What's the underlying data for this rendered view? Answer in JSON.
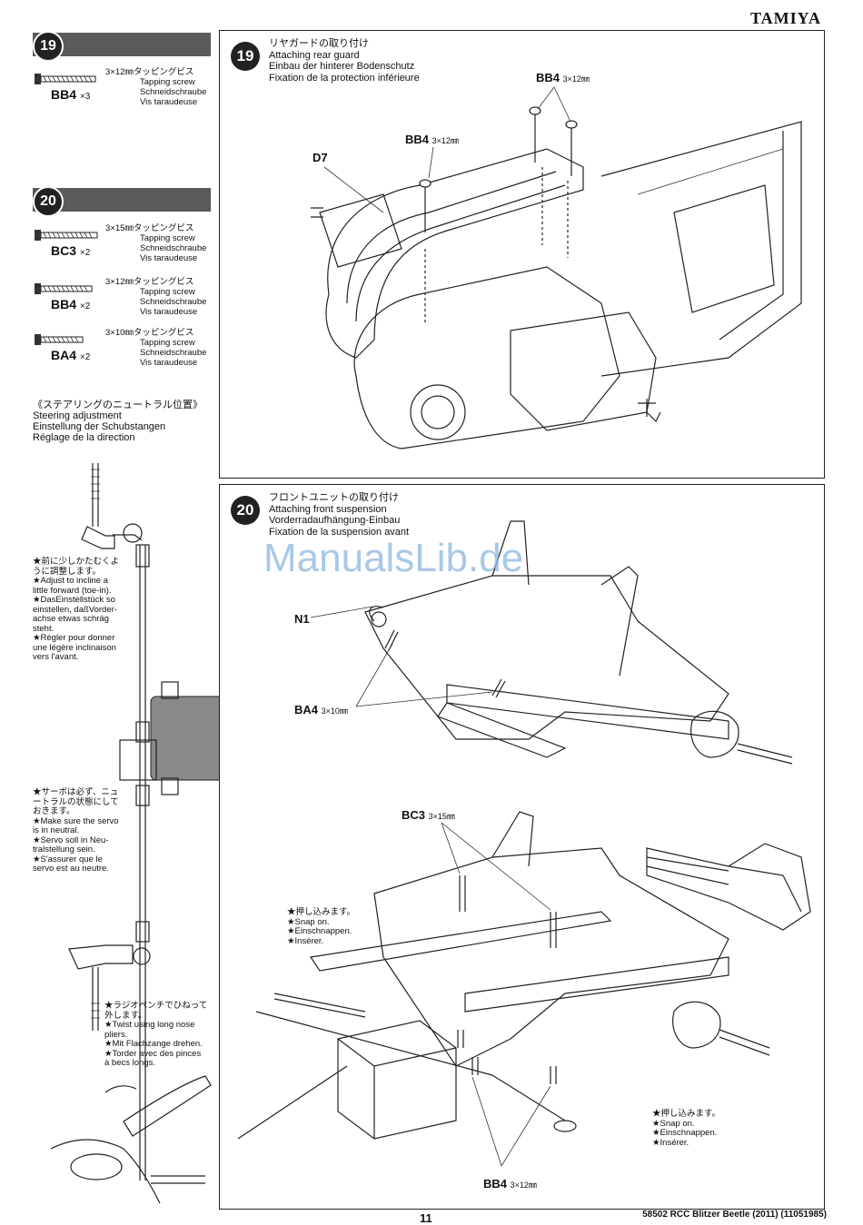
{
  "brand": "TAMIYA",
  "sidebar": {
    "step19": {
      "number": "19",
      "screws": [
        {
          "code": "BB4",
          "qty": "×3",
          "spec": "3×12㎜タッピングビス",
          "en": "Tapping screw",
          "de": "Schneidschraube",
          "fr": "Vis taraudeuse"
        }
      ]
    },
    "step20": {
      "number": "20",
      "screws": [
        {
          "code": "BC3",
          "qty": "×2",
          "spec": "3×15㎜タッピングビス",
          "en": "Tapping screw",
          "de": "Schneidschraube",
          "fr": "Vis taraudeuse"
        },
        {
          "code": "BB4",
          "qty": "×2",
          "spec": "3×12㎜タッピングビス",
          "en": "Tapping screw",
          "de": "Schneidschraube",
          "fr": "Vis taraudeuse"
        },
        {
          "code": "BA4",
          "qty": "×2",
          "spec": "3×10㎜タッピングビス",
          "en": "Tapping screw",
          "de": "Schneidschraube",
          "fr": "Vis taraudeuse"
        }
      ]
    },
    "steering": {
      "jp": "《ステアリングのニュートラル位置》",
      "en": "Steering adjustment",
      "de": "Einstellung der Schubstangen",
      "fr": "Réglage de la direction"
    },
    "note1": [
      "★前に少しかたむくよ",
      "うに調整します。",
      "★Adjust to incline a",
      "little forward (toe-in).",
      "★DasEinstellstück so",
      "einstellen, daßVorder-",
      "achse etwas schräg",
      "steht.",
      "★Régler pour donner",
      "une légère inclinaison",
      "vers l'avant."
    ],
    "note2": [
      "★サーボは必ず、ニュ",
      "ートラルの状態にして",
      "おきます。",
      "★Make sure the servo",
      "is in neutral.",
      "★Servo soll in Neu-",
      "tralstellung sein.",
      "★S'assurer que le",
      "servo est au neutre."
    ],
    "note3": [
      "★ラジオペンチでひねって",
      "外します。",
      "★Twist using long nose",
      "pliers.",
      "★Mit Flachzange drehen.",
      "★Torder avec des pinces",
      "à becs longs."
    ]
  },
  "panel19": {
    "number": "19",
    "jp": "リヤガードの取り付け",
    "en": "Attaching rear guard",
    "de": "Einbau der hinterer Bodenschutz",
    "fr": "Fixation de la protection inférieure",
    "labels": {
      "bb4_top": "BB4",
      "bb4_top_size": "3×12㎜",
      "bb4_mid": "BB4",
      "bb4_mid_size": "3×12㎜",
      "d7": "D7"
    }
  },
  "panel20": {
    "number": "20",
    "jp": "フロントユニットの取り付け",
    "en": "Attaching front suspension",
    "de": "Vorderradaufhängung-Einbau",
    "fr": "Fixation de la suspension avant",
    "labels": {
      "n1": "N1",
      "ba4": "BA4",
      "ba4_size": "3×10㎜",
      "bc3": "BC3",
      "bc3_size": "3×15㎜",
      "bb4": "BB4",
      "bb4_size": "3×12㎜"
    },
    "snap1": [
      "★押し込みます。",
      "★Snap on.",
      "★Einschnappen.",
      "★Insérer."
    ],
    "snap2": [
      "★押し込みます。",
      "★Snap on.",
      "★Einschnappen.",
      "★Insérer."
    ]
  },
  "watermark": "ManualsLib.de",
  "footer": {
    "page": "11",
    "code": "58502 RCC Blitzer Beetle (2011) (11051985)"
  }
}
